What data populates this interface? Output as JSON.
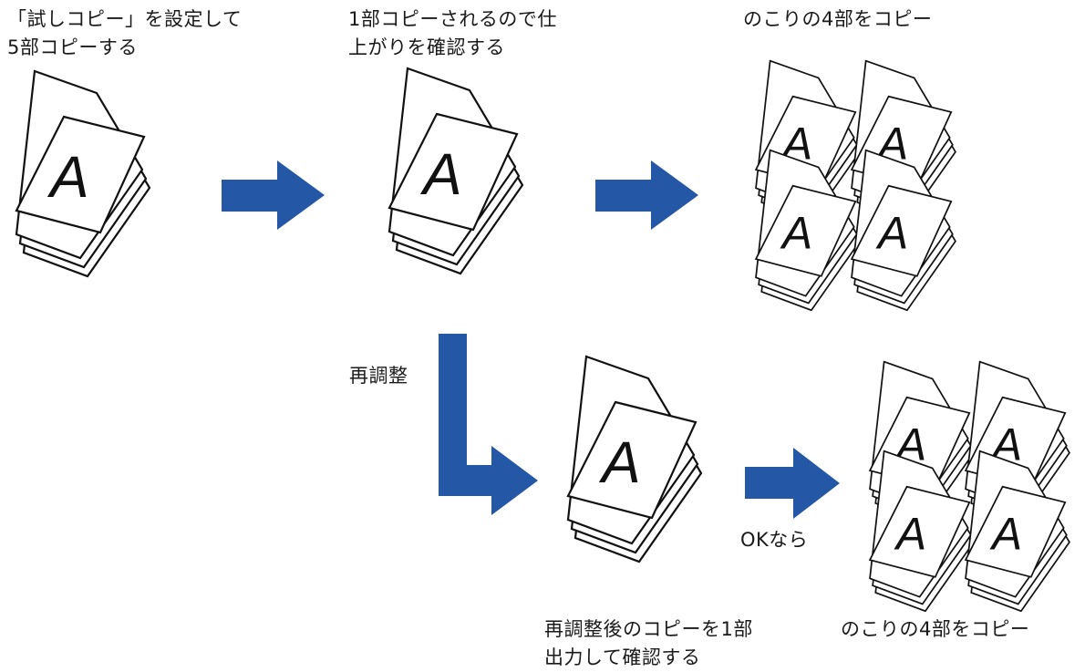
{
  "colors": {
    "arrow": "#2457a5",
    "paper_stroke": "#111111",
    "paper_fill": "#ffffff"
  },
  "icons": {
    "paper_stack": "paper-stack-icon",
    "arrow": "arrow-right-icon"
  },
  "paper_letter": "A",
  "steps": {
    "step1": {
      "line1": "「試しコピー」を設定して",
      "line2": "5部コピーする"
    },
    "step2": {
      "line1": "1部コピーされるので仕",
      "line2": "上がりを確認する"
    },
    "step3": {
      "line1": "のこりの4部をコピー"
    },
    "readjust": {
      "label": "再調整"
    },
    "step4": {
      "line1": "再調整後のコピーを1部",
      "line2": "出力して確認する"
    },
    "ok": {
      "label": "OKなら"
    },
    "step5": {
      "line1": "のこりの4部をコピー"
    }
  }
}
